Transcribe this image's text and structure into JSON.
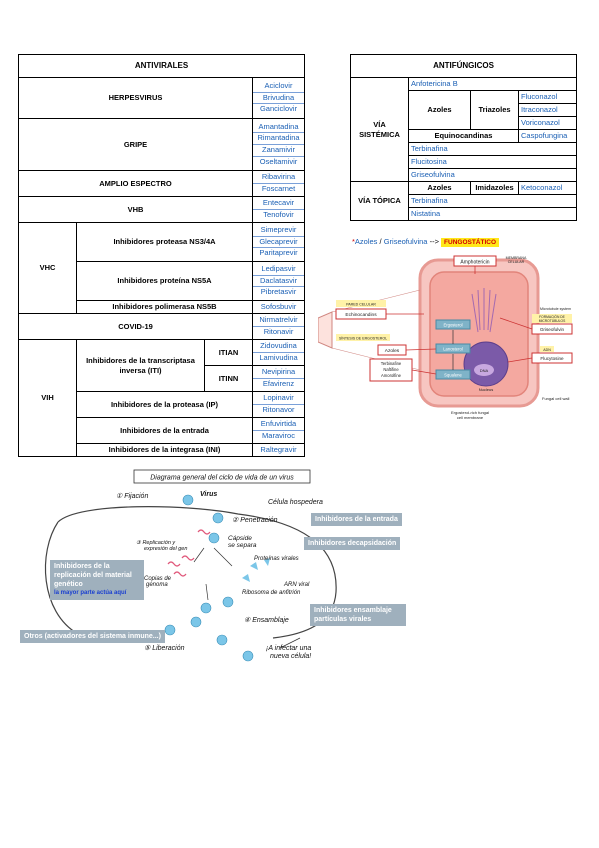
{
  "antivirales": {
    "title": "ANTIVIRALES",
    "herpesvirus": {
      "label": "HERPESVIRUS",
      "drugs": [
        "Aciclovir",
        "Brivudina",
        "Ganciclovir"
      ]
    },
    "gripe": {
      "label": "GRIPE",
      "drugs": [
        "Amantadina",
        "Rimantadina",
        "Zanamivir",
        "Oseltamivir"
      ]
    },
    "amplio": {
      "label": "AMPLIO ESPECTRO",
      "drugs": [
        "Ribavirina",
        "Foscarnet"
      ]
    },
    "vhb": {
      "label": "VHB",
      "drugs": [
        "Entecavir",
        "Tenofovir"
      ]
    },
    "vhc": {
      "label": "VHC",
      "proteasa": {
        "label": "Inhibidores proteasa NS3/4A",
        "drugs": [
          "Simeprevir",
          "Glecaprevir",
          "Paritaprevir"
        ]
      },
      "ns5a": {
        "label": "Inhibidores proteína NS5A",
        "drugs": [
          "Ledipasvir",
          "Daclatasvir",
          "Pibretasvir"
        ]
      },
      "ns5b": {
        "label": "Inhibidores polimerasa NS5B",
        "drugs": [
          "Sofosbuvir"
        ]
      }
    },
    "covid": {
      "label": "COVID-19",
      "drugs": [
        "Nirmatrelvir",
        "Ritonavir"
      ]
    },
    "vih": {
      "label": "VIH",
      "iti": {
        "label": "Inhibidores de la transcriptasa inversa (ITI)",
        "itian": {
          "label": "ITIAN",
          "drugs": [
            "Zidovudina",
            "Lamivudina"
          ]
        },
        "itinn": {
          "label": "ITINN",
          "drugs": [
            "Nevipirina",
            "Efavirenz"
          ]
        }
      },
      "ip": {
        "label": "Inhibidores de la proteasa (IP)",
        "drugs": [
          "Lopinavir",
          "Ritonavor"
        ]
      },
      "entrada": {
        "label": "Inhibidores de la entrada",
        "drugs": [
          "Enfuvirtida",
          "Maraviroc"
        ]
      },
      "integrasa": {
        "label": "Inhibidores de la integrasa (INI)",
        "drugs": [
          "Raltegravir"
        ]
      }
    }
  },
  "antifungicos": {
    "title": "ANTIFÚNGICOS",
    "sistemica": {
      "label": "VÍA SISTÉMICA",
      "anfotericina": "Anfotericina B",
      "azoles": "Azoles",
      "triazoles": "Triazoles",
      "triazole_drugs": [
        "Fluconazol",
        "Itraconazol",
        "Voriconazol"
      ],
      "equinocandinas": "Equinocandinas",
      "caspofungina": "Caspofungina",
      "terbinafina": "Terbinafina",
      "flucitosina": "Flucitosina",
      "griseofulvina": "Griseofulvina"
    },
    "topica": {
      "label": "VÍA TÓPICA",
      "azoles": "Azoles",
      "imidazoles": "Imidazoles",
      "ketoconazol": "Ketoconazol",
      "terbinafina": "Terbinafina",
      "nistatina": "Nistatina"
    }
  },
  "fungi_caption": {
    "star": "*",
    "azoles": "Azoles",
    "sep": " / ",
    "griseo": "Griseofulvina",
    "arrow": " --> ",
    "fungostatico": "FUNGOSTÁTICO"
  },
  "cell_diagram": {
    "amphotericin": "Amphotericin",
    "membrana": [
      "MEMBRANA",
      "CELULAR"
    ],
    "pared": "PARED CELULAR",
    "echinocandins": "Echinocandins",
    "sintesis": "SÍNTESIS DE ERGOSTEROL",
    "azoles": "Azoles",
    "terbinafine": [
      "Terbinafine",
      "Naftifine",
      "Amorolfine"
    ],
    "ergosterol": "Ergosterol",
    "lanosterol": "Lanosterol",
    "squalene": "Squalene",
    "nucleus": "Nucleus",
    "dna": "DNA",
    "microtubule": "Microtubule system",
    "formacion": [
      "FORMACIÓN DE",
      "MICROTÚBULOS"
    ],
    "griseofulvin": "Griseofulvin",
    "adn": "ADN",
    "flucytosine": "Flucytosine",
    "fungal_wall": "Fungal cell wall",
    "ergosterol_membrane": [
      "Ergosterol-rich fungal",
      "cell membrane"
    ]
  },
  "virus_diagram": {
    "title": "Diagrama general del ciclo de vida de un virus",
    "fijacion": "① Fijación",
    "virus": "Virus",
    "celula": "Célula hospedera",
    "penetracion": "② Penetración",
    "replicacion": [
      "③ Replicación y",
      "expresión del gen"
    ],
    "capside": [
      "Cápside",
      "se separa"
    ],
    "proteinas": "Proteínas virales",
    "copias": [
      "Copias de",
      "genoma"
    ],
    "arn": "ARN viral",
    "ribosoma": "Ribosoma de anfitrión",
    "ensamblaje": "④ Ensamblaje",
    "liberacion": "⑤ Liberación",
    "infectar": [
      "¡A infectar una",
      "nueva célula!"
    ],
    "box_entrada": "Inhibidores de la entrada",
    "box_decaps": "Inhibidores decapsidación",
    "box_replicacion": [
      "Inhibidores de la",
      "replicación del material",
      "genético"
    ],
    "mayor_parte": "la mayor parte actúa aquí",
    "box_ensamblaje": [
      "Inhibidores ensamblaje",
      "partículas virales"
    ],
    "box_otros": "Otros (activadores del sistema inmune...)"
  },
  "colors": {
    "drug_blue": "#1a5fb4",
    "gray_box": "#9fb0bd",
    "highlight": "#ffe81a"
  }
}
